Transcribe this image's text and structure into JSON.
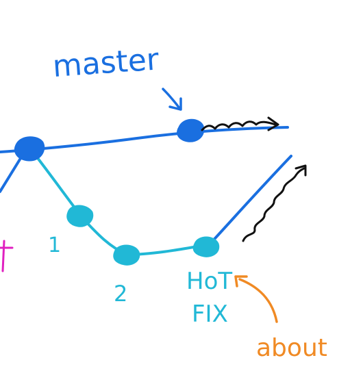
{
  "labels": {
    "master": "master",
    "commit_1": "1",
    "commit_2": "2",
    "hotfix_line1": "HoT",
    "hotfix_line2": "FIX",
    "about": "about"
  },
  "colors": {
    "master_branch": "#1a6fe0",
    "feature_branch": "#21b8d6",
    "merge_arrow": "#111111",
    "about_label": "#f08a24",
    "side_mark": "#e020c0"
  }
}
